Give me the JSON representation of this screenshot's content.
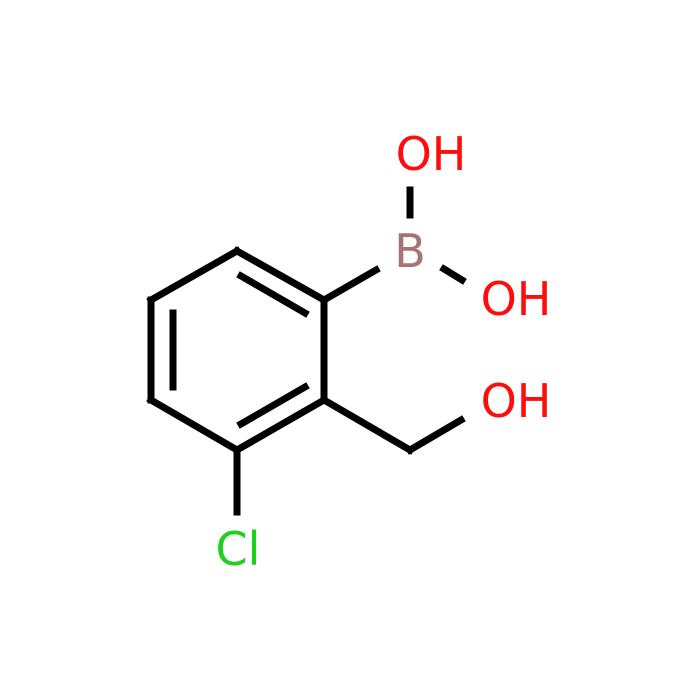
{
  "molecule": {
    "atoms": {
      "oh_top": {
        "text": "OH",
        "color": "#ff0d0d"
      },
      "boron": {
        "text": "B",
        "color": "#a67573"
      },
      "oh_right": {
        "text": "OH",
        "color": "#ff0d0d"
      },
      "oh_hydroxymethyl": {
        "text": "OH",
        "color": "#ff0d0d"
      },
      "chlorine": {
        "text": "Cl",
        "color": "#1fd01f"
      }
    },
    "bond_color": "#000000",
    "background": "#ffffff"
  }
}
